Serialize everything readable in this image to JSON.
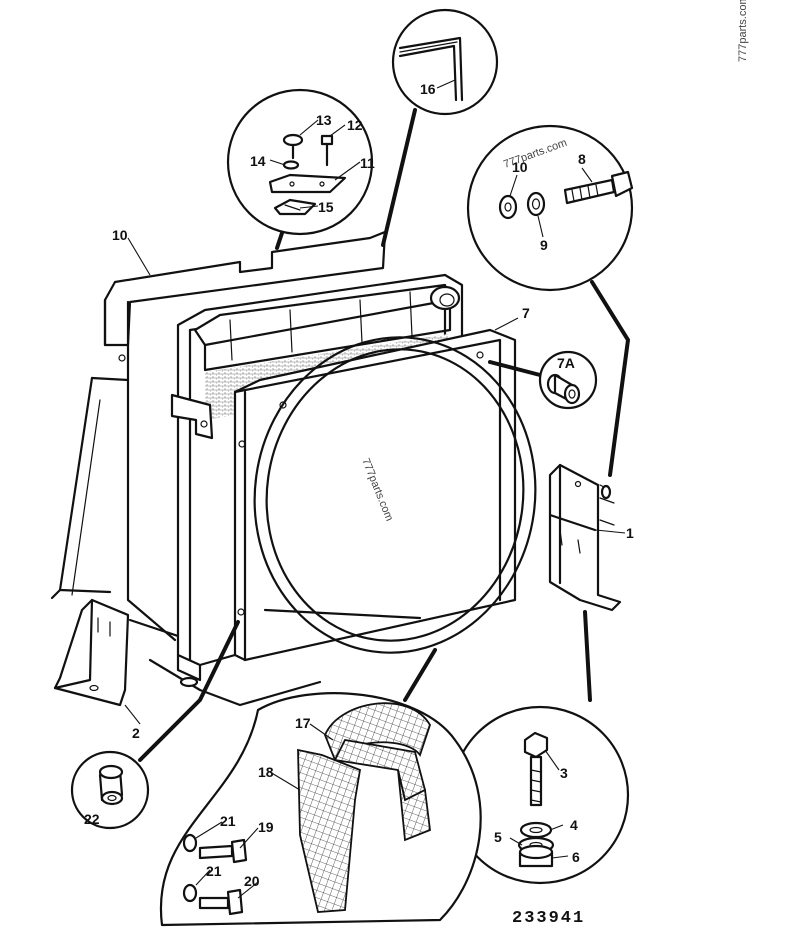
{
  "watermarks": {
    "corner": "777parts.com",
    "center": "777parts.com",
    "circle": "777parts.com"
  },
  "reference_number": "233941",
  "callouts": [
    {
      "id": "c1",
      "text": "1"
    },
    {
      "id": "c2",
      "text": "2"
    },
    {
      "id": "c3",
      "text": "3"
    },
    {
      "id": "c4",
      "text": "4"
    },
    {
      "id": "c5",
      "text": "5"
    },
    {
      "id": "c6",
      "text": "6"
    },
    {
      "id": "c7",
      "text": "7"
    },
    {
      "id": "c7a",
      "text": "7A"
    },
    {
      "id": "c8",
      "text": "8"
    },
    {
      "id": "c9",
      "text": "9"
    },
    {
      "id": "c10a",
      "text": "10"
    },
    {
      "id": "c10b",
      "text": "10"
    },
    {
      "id": "c11",
      "text": "11"
    },
    {
      "id": "c12",
      "text": "12"
    },
    {
      "id": "c13",
      "text": "13"
    },
    {
      "id": "c14",
      "text": "14"
    },
    {
      "id": "c15",
      "text": "15"
    },
    {
      "id": "c16",
      "text": "16"
    },
    {
      "id": "c17",
      "text": "17"
    },
    {
      "id": "c18",
      "text": "18"
    },
    {
      "id": "c19",
      "text": "19"
    },
    {
      "id": "c20",
      "text": "20"
    },
    {
      "id": "c21a",
      "text": "21"
    },
    {
      "id": "c21b",
      "text": "21"
    },
    {
      "id": "c22",
      "text": "22"
    }
  ]
}
